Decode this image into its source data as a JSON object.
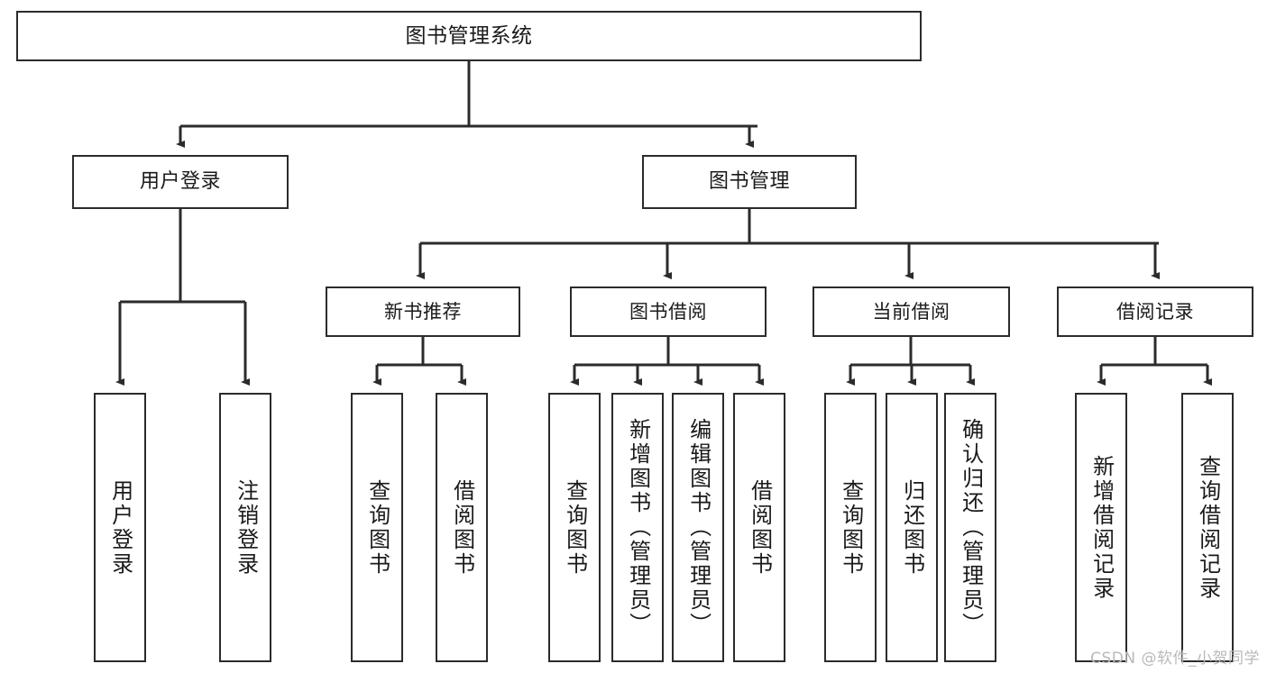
{
  "diagram": {
    "title": "图书管理系统",
    "watermark": "CSDN @软件_小贺同学",
    "colors": {
      "stroke": "#2b2b2b",
      "fill": "#ffffff",
      "text": "#1a1a1a",
      "watermark": "#b9b9b9"
    },
    "root": {
      "label": "图书管理系统"
    },
    "level1": [
      {
        "label": "用户登录"
      },
      {
        "label": "图书管理"
      }
    ],
    "level2": [
      {
        "label": "新书推荐"
      },
      {
        "label": "图书借阅"
      },
      {
        "label": "当前借阅"
      },
      {
        "label": "借阅记录"
      }
    ],
    "leaves": {
      "login": [
        {
          "label": "用户登录"
        },
        {
          "label": "注销登录"
        }
      ],
      "new_books": [
        {
          "label": "查询图书"
        },
        {
          "label": "借阅图书"
        }
      ],
      "book_borrow": [
        {
          "label": "查询图书"
        },
        {
          "label": "新增图书（管理员）"
        },
        {
          "label": "编辑图书（管理员）"
        },
        {
          "label": "借阅图书"
        }
      ],
      "current_borrow": [
        {
          "label": "查询图书"
        },
        {
          "label": "归还图书"
        },
        {
          "label": "确认归还（管理员）"
        }
      ],
      "borrow_record": [
        {
          "label": "新增借阅记录"
        },
        {
          "label": "查询借阅记录"
        }
      ]
    }
  }
}
